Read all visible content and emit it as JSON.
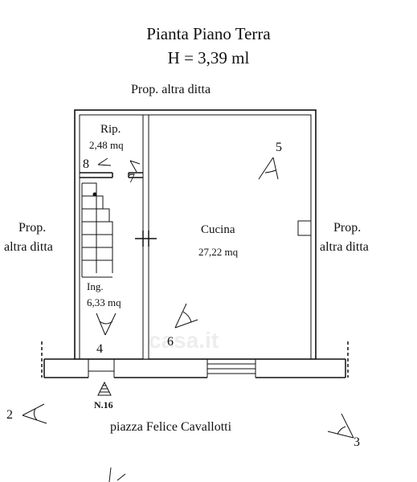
{
  "title": "Pianta Piano Terra",
  "height_label": "H = 3,39 ml",
  "neighbor_top": "Prop. altra ditta",
  "neighbor_left": [
    "Prop.",
    "altra ditta"
  ],
  "neighbor_right": [
    "Prop.",
    "altra ditta"
  ],
  "rooms": {
    "rip": {
      "name": "Rip.",
      "area": "2,48 mq"
    },
    "cucina": {
      "name": "Cucina",
      "area": "27,22 mq"
    },
    "ing": {
      "name": "Ing.",
      "area": "6,33 mq"
    }
  },
  "photo_points": [
    "2",
    "3",
    "4",
    "5",
    "6",
    "7",
    "8"
  ],
  "entrance_label": "N.16",
  "street": "piazza Felice Cavallotti",
  "watermark": "casa.it"
}
